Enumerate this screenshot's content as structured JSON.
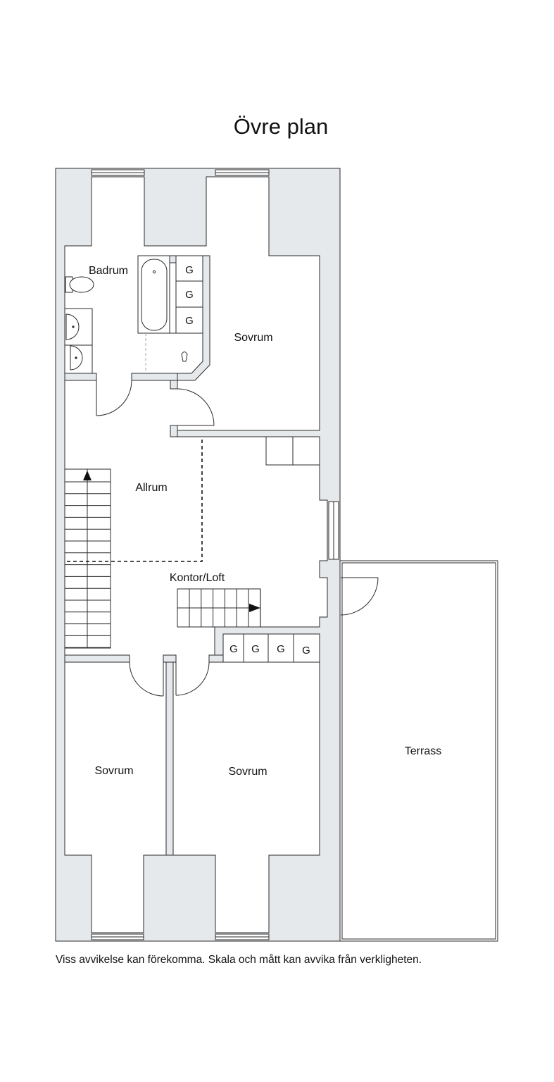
{
  "title": "Övre plan",
  "rooms": {
    "badrum": "Badrum",
    "sovrum_top": "Sovrum",
    "allrum": "Allrum",
    "kontor": "Kontor/Loft",
    "sovrum_left": "Sovrum",
    "sovrum_mid": "Sovrum",
    "terrass": "Terrass"
  },
  "closets": {
    "label": "G"
  },
  "disclaimer": "Viss avvikelse kan förekomma. Skala och mått kan avvika från verkligheten.",
  "colors": {
    "wall_fill": "#e6e9ec",
    "line": "#2a2a2a",
    "background": "#ffffff"
  }
}
